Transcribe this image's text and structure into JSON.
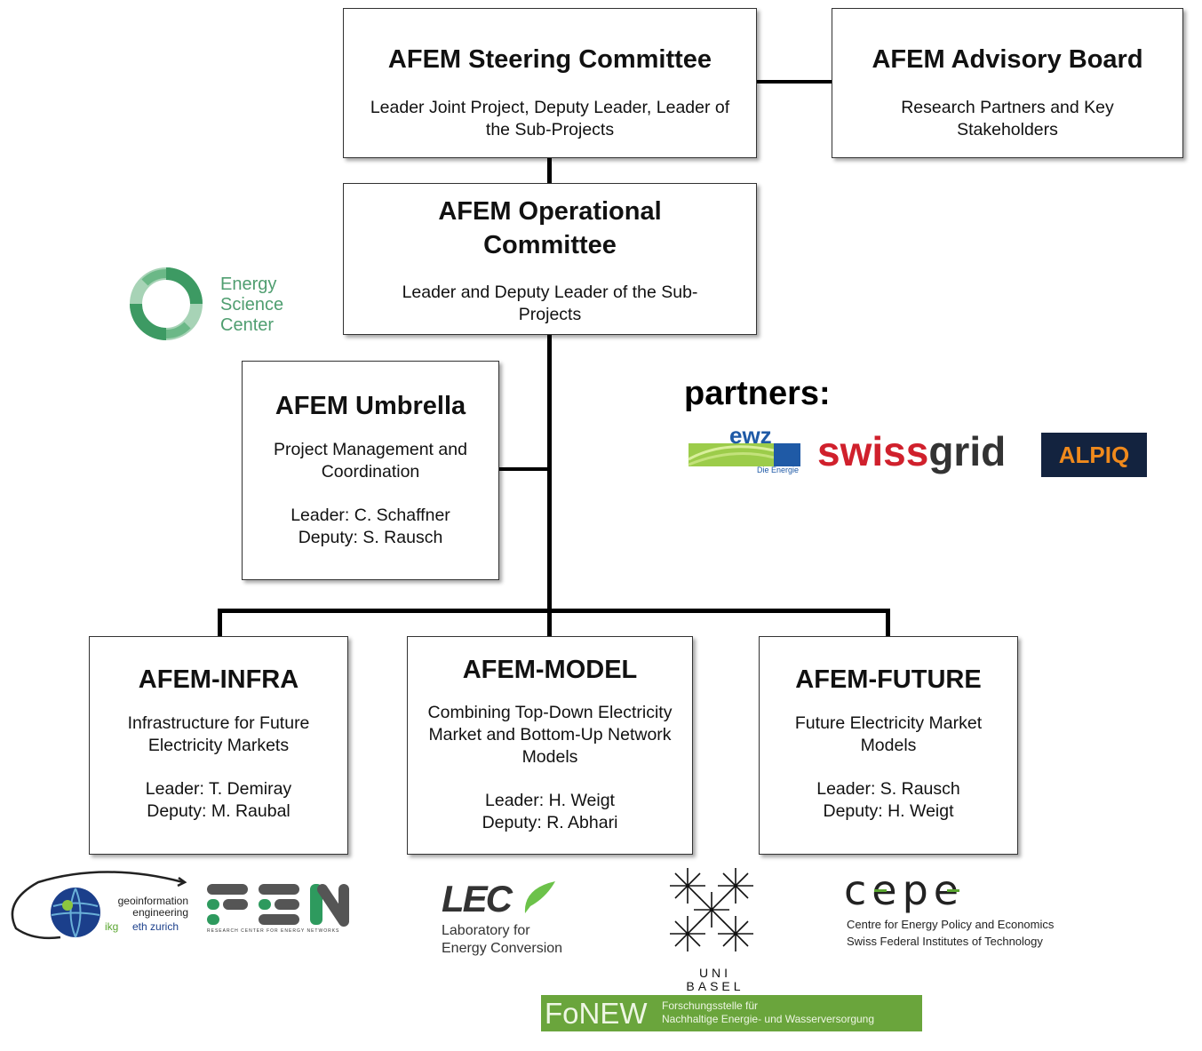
{
  "steering": {
    "title": "AFEM Steering Committee",
    "desc": "Leader Joint Project, Deputy Leader, Leader of the Sub-Projects"
  },
  "advisory": {
    "title": "AFEM Advisory Board",
    "desc": "Research Partners and Key Stakeholders"
  },
  "operational": {
    "title": "AFEM Operational Committee",
    "desc": "Leader and Deputy Leader of the Sub-Projects"
  },
  "umbrella": {
    "title": "AFEM Umbrella",
    "desc": "Project Management and Coordination",
    "leader": "Leader: C. Schaffner",
    "deputy": "Deputy: S. Rausch"
  },
  "infra": {
    "title": "AFEM-INFRA",
    "desc": "Infrastructure for Future Electricity Markets",
    "leader": "Leader: T. Demiray",
    "deputy": "Deputy: M. Raubal"
  },
  "model": {
    "title": "AFEM-MODEL",
    "desc": "Combining Top-Down Electricity Market and Bottom-Up Network Models",
    "leader": "Leader: H. Weigt",
    "deputy": "Deputy: R. Abhari"
  },
  "future": {
    "title": "AFEM-FUTURE",
    "desc": "Future Electricity Market Models",
    "leader": "Leader: S. Rausch",
    "deputy": "Deputy: H. Weigt"
  },
  "partners_label": "partners:",
  "logos": {
    "esc": {
      "icon": "energy-science-center-logo",
      "line1": "Energy",
      "line2": "Science",
      "line3": "Center",
      "color": "#5aa67a"
    },
    "ewz": {
      "icon": "ewz-logo",
      "name": "ewz",
      "tagline": "Die Energie",
      "color": "#1f5aa6"
    },
    "swissgrid": {
      "icon": "swissgrid-logo",
      "part1": "swiss",
      "part2": "grid",
      "color1": "#d0202c",
      "color2": "#333333"
    },
    "alpiq": {
      "icon": "alpiq-logo",
      "name": "ALPIQ",
      "bg": "#13233f",
      "fg": "#f08a1c"
    },
    "ikg": {
      "icon": "ikg-globe-logo",
      "line1": "geoinformation",
      "line2": "engineering",
      "ikg": "ikg",
      "eth": "eth zurich"
    },
    "fen": {
      "icon": "fen-logo",
      "name": "FEN",
      "tagline": "RESEARCH CENTER FOR ENERGY NETWORKS",
      "color": "#2e9a5e"
    },
    "lec": {
      "icon": "lec-logo",
      "name": "LEC",
      "line1": "Laboratory for",
      "line2": "Energy Conversion"
    },
    "unibasel": {
      "icon": "uni-basel-logo",
      "line1": "UNI",
      "line2": "BASEL"
    },
    "cepe": {
      "icon": "cepe-logo",
      "name": "cepe",
      "line1": "Centre for Energy Policy and Economics",
      "line2": "Swiss Federal Institutes of Technology"
    },
    "fonew": {
      "icon": "fonew-logo",
      "name": "FoNEW",
      "line1": "Forschungsstelle für",
      "line2": "Nachhaltige Energie- und Wasserversorgung",
      "bg": "#6aa53c"
    }
  }
}
